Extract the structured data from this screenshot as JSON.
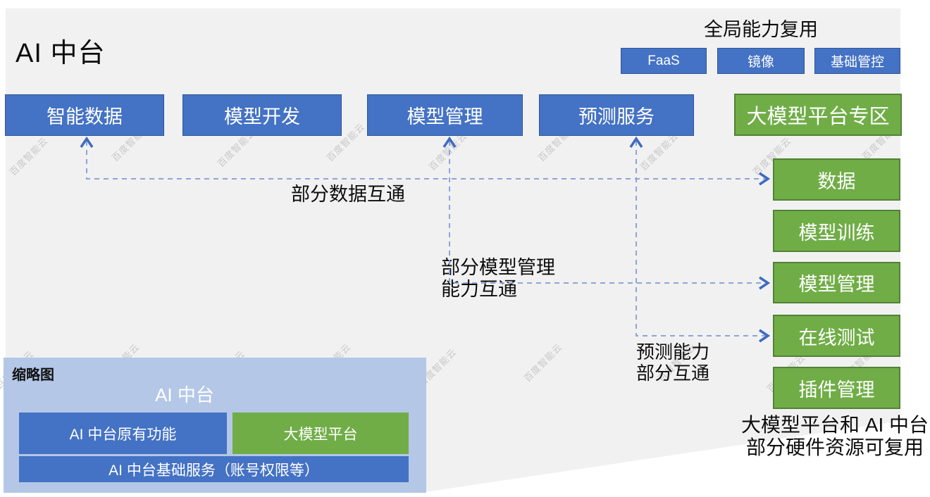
{
  "page": {
    "title": "AI 中台"
  },
  "global_reuse": {
    "title": "全局能力复用",
    "buttons": [
      {
        "label": "FaaS"
      },
      {
        "label": "镜像"
      },
      {
        "label": "基础管控"
      }
    ]
  },
  "main_modules": [
    {
      "label": "智能数据"
    },
    {
      "label": "模型开发"
    },
    {
      "label": "模型管理"
    },
    {
      "label": "预测服务"
    },
    {
      "label": "大模型平台专区"
    }
  ],
  "llm_zone_modules": [
    {
      "label": "数据"
    },
    {
      "label": "模型训练"
    },
    {
      "label": "模型管理"
    },
    {
      "label": "在线测试"
    },
    {
      "label": "插件管理"
    }
  ],
  "connections": [
    {
      "label": "部分数据互通"
    },
    {
      "line1": "部分模型管理",
      "line2": "能力互通"
    },
    {
      "line1": "预测能力",
      "line2": "部分互通"
    }
  ],
  "thumbnail": {
    "label": "缩略图",
    "title": "AI 中台",
    "boxes": [
      {
        "label": "AI 中台原有功能"
      },
      {
        "label": "大模型平台"
      },
      {
        "label": "AI 中台基础服务（账号权限等）"
      }
    ]
  },
  "footnote": {
    "line1": "大模型平台和 AI 中台",
    "line2": "部分硬件资源可复用"
  },
  "watermark": {
    "text": "百度智能云"
  },
  "colors": {
    "box_blue": "#4472c4",
    "box_blue_border": "#2f5597",
    "box_green": "#70ad47",
    "box_green_border": "#538135",
    "panel_light_blue": "#b4c7e7",
    "background_gray": "#f1f1f1",
    "dash_line": "#8ca5d8",
    "arrow_head": "#3f6ac0"
  }
}
